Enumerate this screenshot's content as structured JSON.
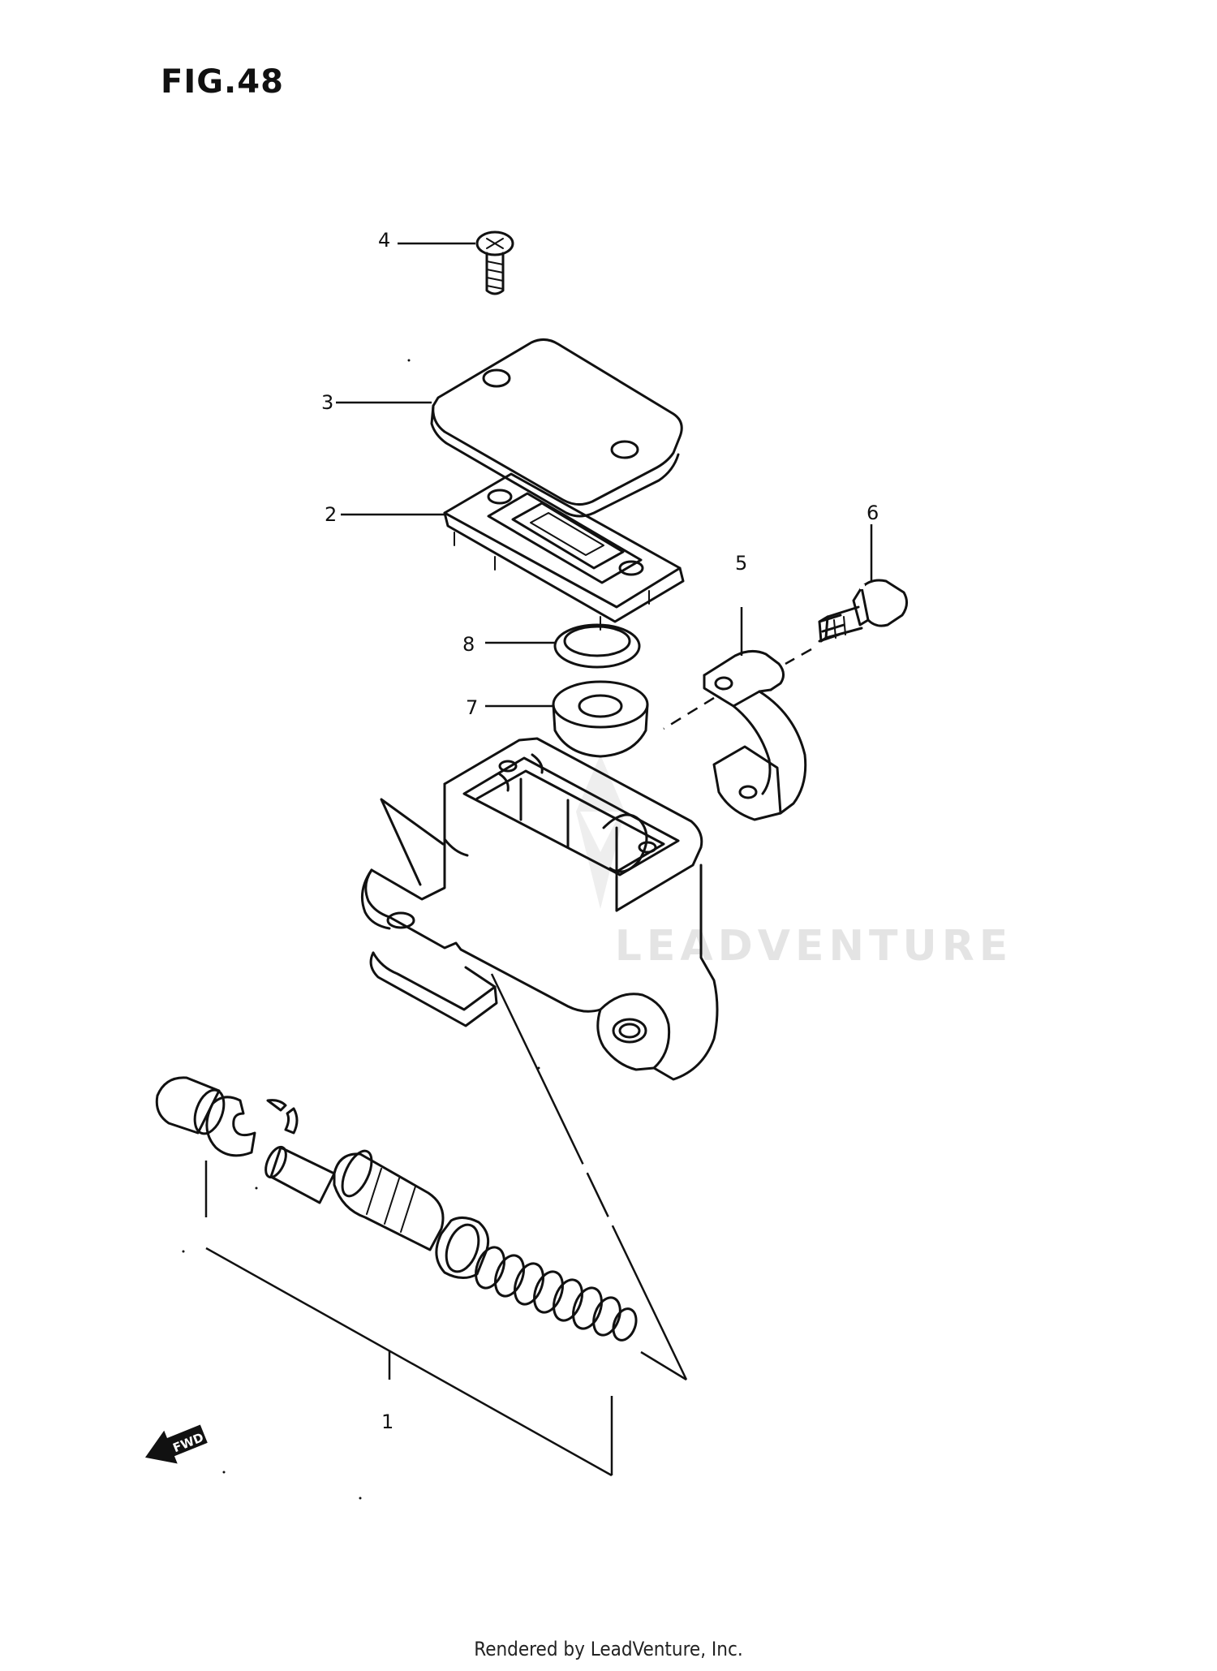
{
  "figure": {
    "title": "FIG.48"
  },
  "callouts": [
    {
      "id": "1",
      "label": "1"
    },
    {
      "id": "2",
      "label": "2"
    },
    {
      "id": "3",
      "label": "3"
    },
    {
      "id": "4",
      "label": "4"
    },
    {
      "id": "5",
      "label": "5"
    },
    {
      "id": "6",
      "label": "6"
    },
    {
      "id": "7",
      "label": "7"
    },
    {
      "id": "8",
      "label": "8"
    }
  ],
  "direction_arrow": {
    "label": "FWD"
  },
  "watermark": {
    "text": "LEADVENTURE"
  },
  "footer": {
    "text": "Rendered by LeadVenture, Inc."
  },
  "colors": {
    "ink": "#111111",
    "watermark": "#e4e4e4",
    "background": "#ffffff"
  }
}
